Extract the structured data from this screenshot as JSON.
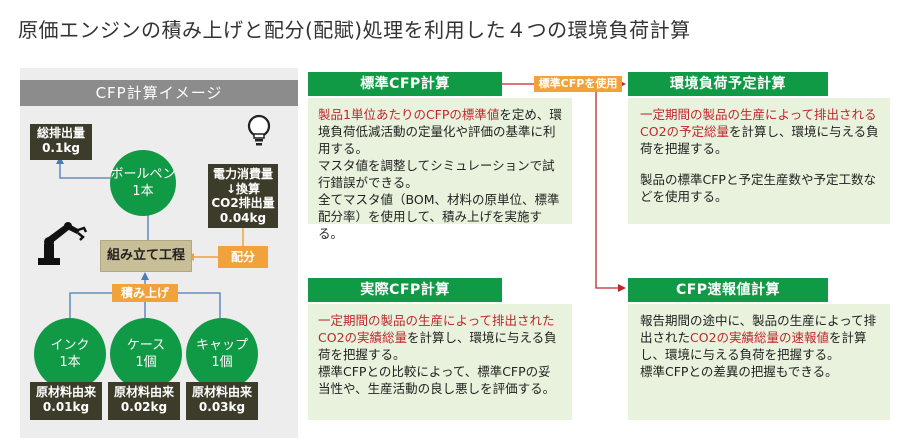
{
  "title": "原価エンジンの積み上げと配分(配賦)処理を利用した４つの環境負荷計算",
  "image": {
    "header": "CFP計算イメージ",
    "total": {
      "label": "総排出量",
      "value": "0.1kg"
    },
    "pen": {
      "name": "ボールペン",
      "qty": "1本"
    },
    "power": {
      "line1": "電力消費量",
      "line2": "↓換算",
      "line3": "CO2排出量",
      "value": "0.04kg"
    },
    "assembly": "組み立て工程",
    "allocation": "配分",
    "stacking": "積み上げ",
    "parts": [
      {
        "name": "インク",
        "qty": "1本",
        "source": "原材料由来",
        "value": "0.01kg"
      },
      {
        "name": "ケース",
        "qty": "1個",
        "source": "原材料由来",
        "value": "0.02kg"
      },
      {
        "name": "キャップ",
        "qty": "1個",
        "source": "原材料由来",
        "value": "0.03kg"
      }
    ],
    "icons": [
      "lightbulb-icon",
      "robot-arm-icon"
    ]
  },
  "use_label": "標準CFPを使用",
  "sections": {
    "standard": {
      "title": "標準CFP計算",
      "p1_red": "製品1単位あたりのCFPの標準値",
      "p1_rest": "を定め、環境負荷低減活動の定量化や評価の基準に利用する。",
      "p2": "マスタ値を調整してシミュレーションで試行錯誤ができる。",
      "p3": "全てマスタ値（BOM、材料の原単位、標準配分率）を使用して、積み上げを実施する。"
    },
    "forecast": {
      "title": "環境負荷予定計算",
      "p1_red": "一定期間の製品の生産によって排出されるCO2の予定総量",
      "p1_rest": "を計算し、環境に与える負荷を把握する。",
      "p2": "製品の標準CFPと予定生産数や予定工数などを使用する。"
    },
    "actual": {
      "title": "実際CFP計算",
      "p1_red": "一定期間の製品の生産によって排出されたCO2の実績総量",
      "p1_rest": "を計算し、環境に与える負荷を把握する。",
      "p2": "標準CFPとの比較によって、標準CFPの妥当性や、生産活動の良し悪しを評価する。"
    },
    "flash": {
      "title": "CFP速報値計算",
      "p1_pre": "報告期間の途中に、製品の生産によって排出された",
      "p1_red": "CO2の実績総量の速報値",
      "p1_rest": "を計算し、環境に与える負荷を把握する。",
      "p2": "標準CFPとの差異の把握もできる。"
    }
  },
  "colors": {
    "green": "#119a46",
    "dark": "#3d3c2a",
    "orange": "#f2a23a",
    "beige": "#c8be97",
    "light_green": "#e8f2dc",
    "red": "#c0272d",
    "gray": "#8c8c8c"
  }
}
